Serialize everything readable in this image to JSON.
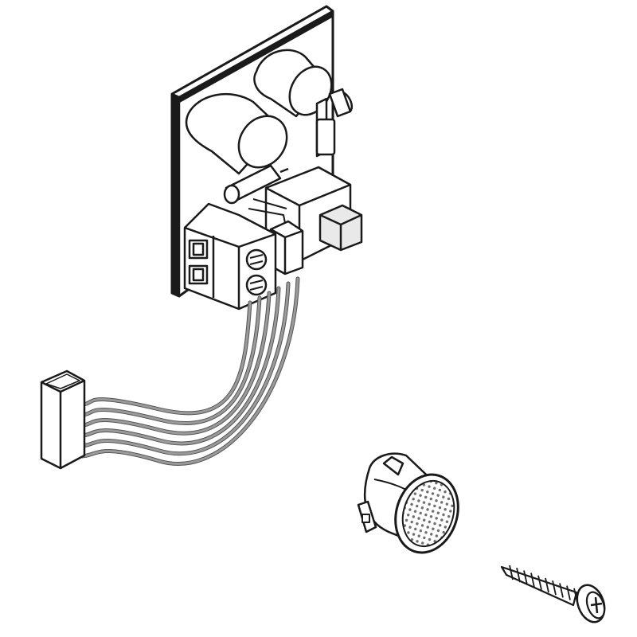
{
  "figure": {
    "background": "#ffffff",
    "line_color": "#1a1a1a",
    "wire_color": "#9a9a9a",
    "wire_count": 6,
    "mesh_color": "#6d6d6d",
    "parts": [
      {
        "id": "pcb",
        "icon": "circuit-board-icon"
      },
      {
        "id": "terminal-block",
        "icon": "screw-terminal-icon"
      },
      {
        "id": "ribbon-cable",
        "icon": "cable-icon"
      },
      {
        "id": "connector-plug",
        "icon": "connector-icon"
      },
      {
        "id": "sensor",
        "icon": "sensor-icon"
      },
      {
        "id": "screw",
        "icon": "screw-icon"
      }
    ]
  }
}
